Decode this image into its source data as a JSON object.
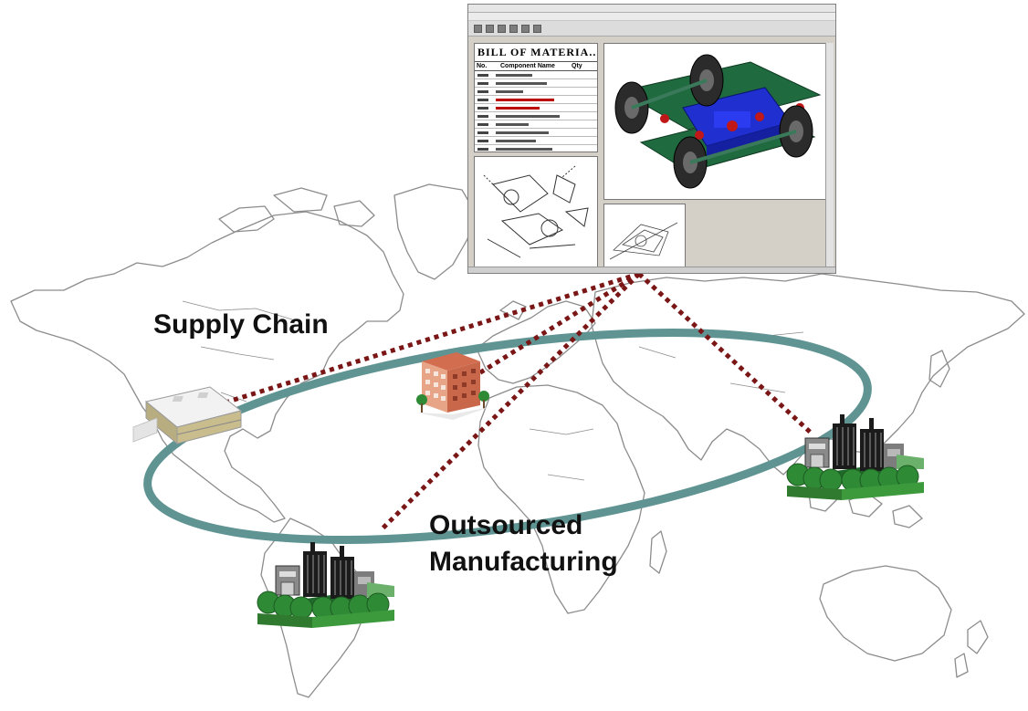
{
  "labels": {
    "supply_chain": "Supply Chain",
    "outsourced_line1": "Outsourced",
    "outsourced_line2": "Manufacturing"
  },
  "app": {
    "bom_title": "BILL OF MATERIA...",
    "bom_columns": [
      "No.",
      "Component Name",
      "Qty"
    ],
    "bom_row_count": 12
  },
  "colors": {
    "ellipse": "#5f9493",
    "link": "#7a1616",
    "map_stroke": "#8c8c8c",
    "bogie_frame": "#1f6a3e",
    "bogie_body": "#1f2fd0",
    "tree_green": "#2f8a36"
  },
  "icons": [
    "warehouse-icon",
    "office-building-icon",
    "factory-icon",
    "factory-icon"
  ]
}
